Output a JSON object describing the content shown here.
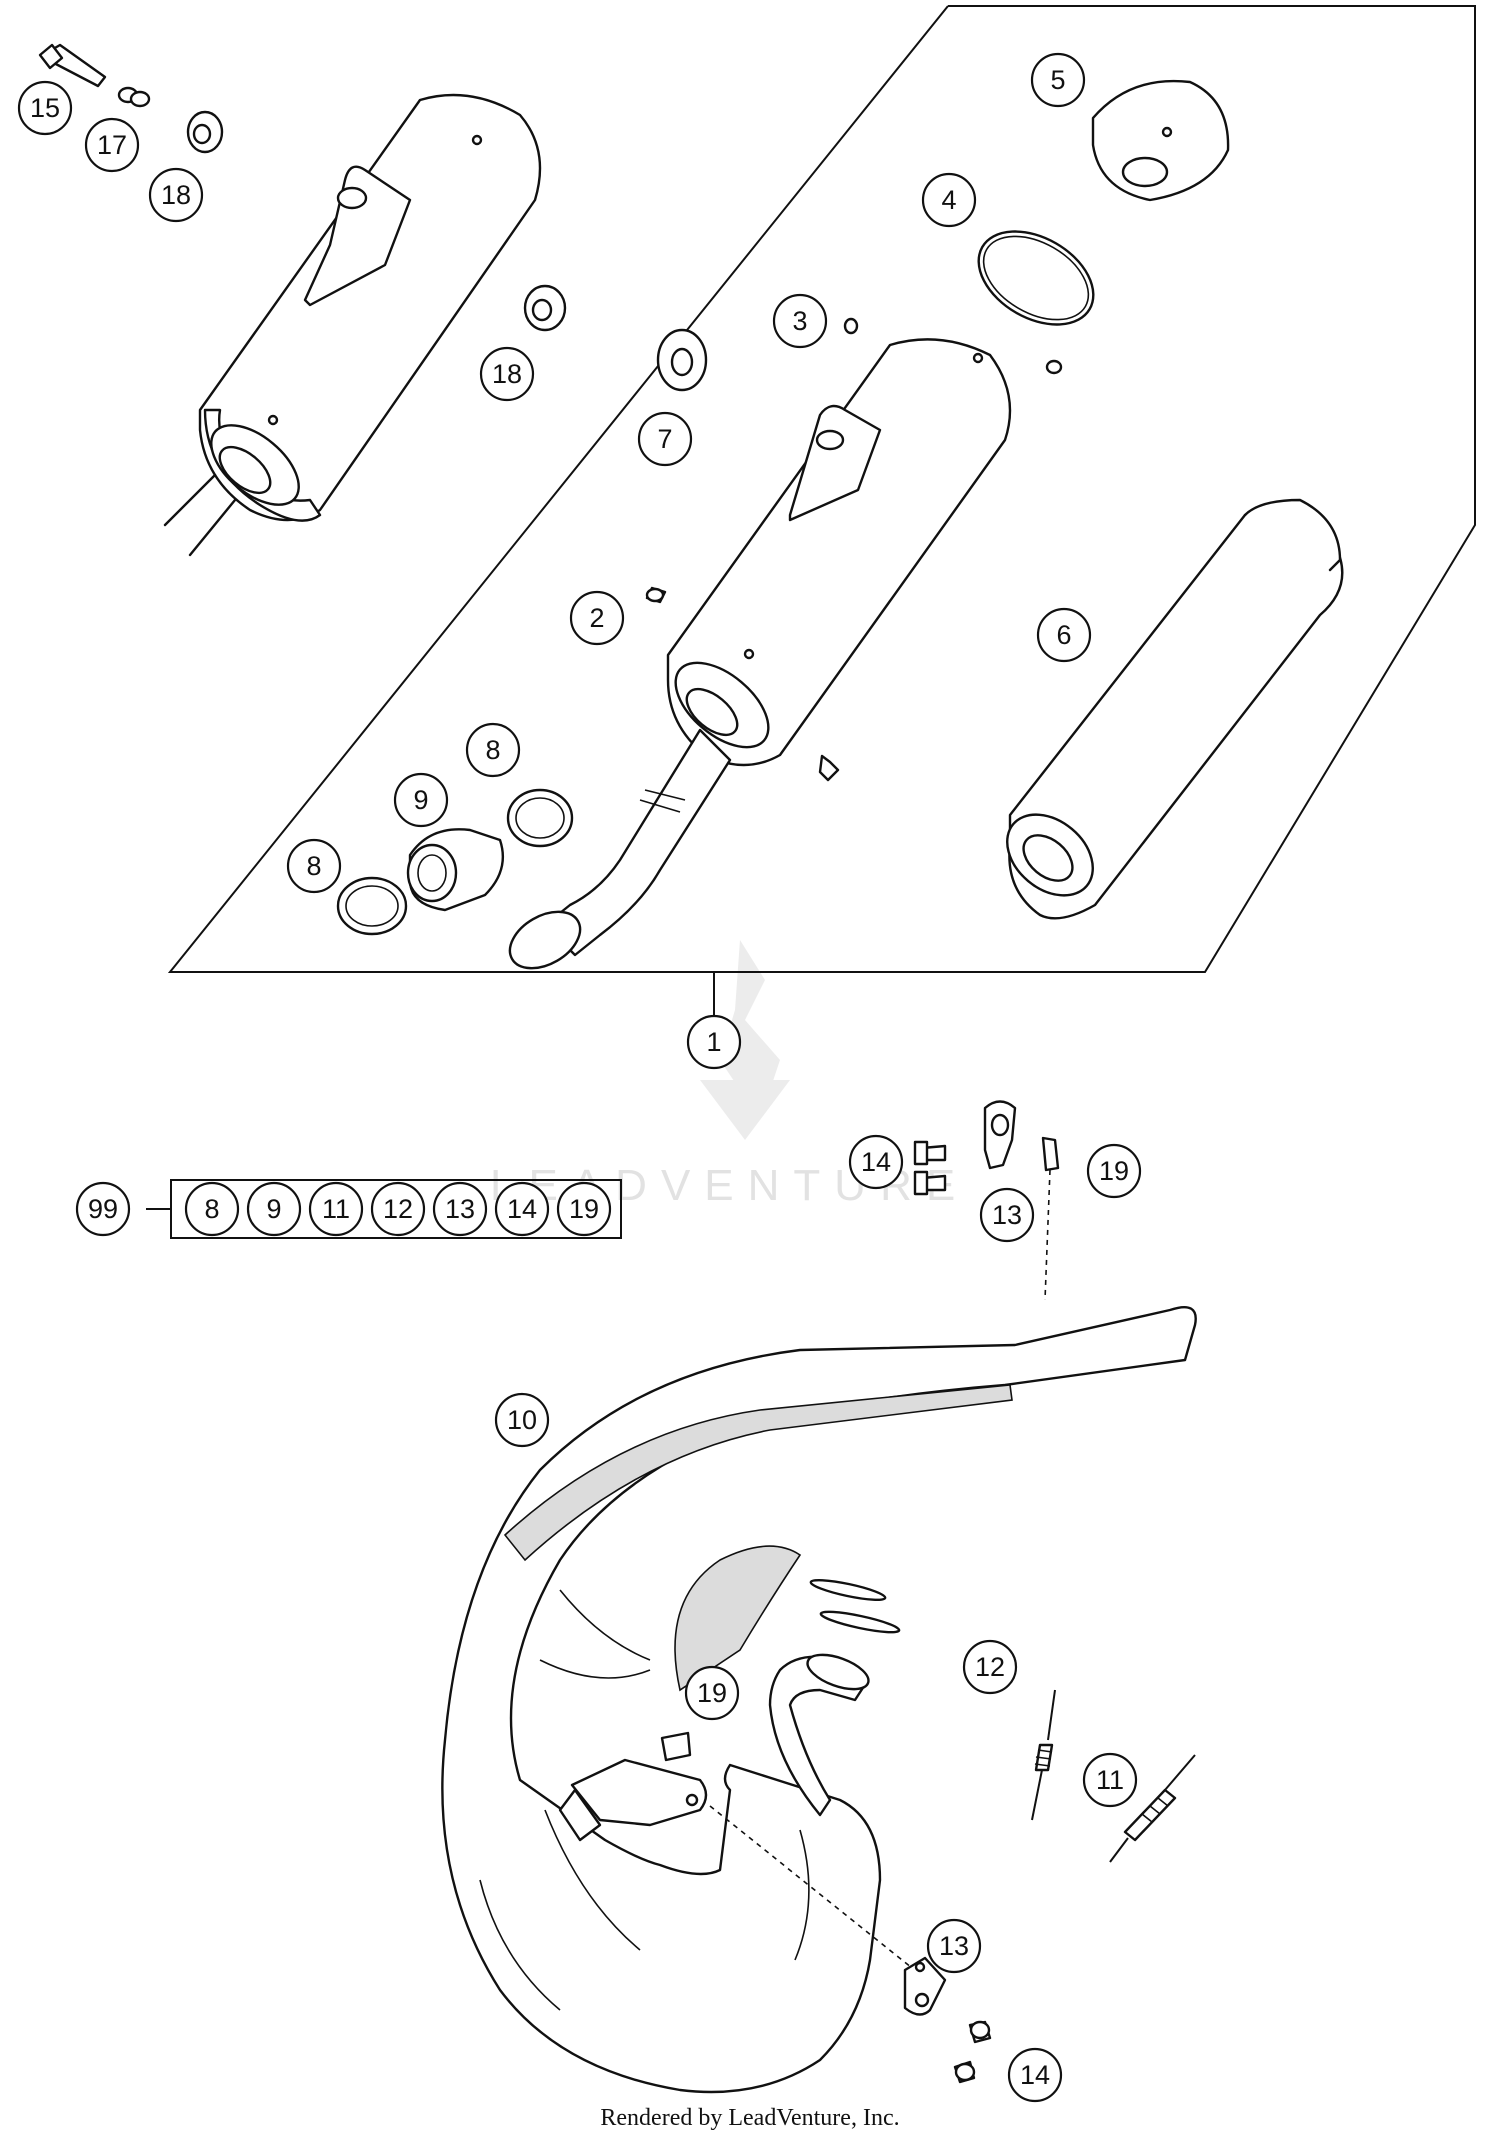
{
  "watermark": {
    "text": "LEADVENTURE"
  },
  "footer": {
    "text": "Rendered by LeadVenture, Inc."
  },
  "callouts": {
    "c1": "1",
    "c2": "2",
    "c3": "3",
    "c4": "4",
    "c5": "5",
    "c6": "6",
    "c7": "7",
    "c8a": "8",
    "c8b": "8",
    "c9": "9",
    "c10": "10",
    "c11": "11",
    "c12": "12",
    "c13a": "13",
    "c13b": "13",
    "c14a": "14",
    "c14b": "14",
    "c15": "15",
    "c17": "17",
    "c18a": "18",
    "c18b": "18",
    "c19a": "19",
    "c19b": "19"
  },
  "kit": {
    "label": "99",
    "items": [
      "8",
      "9",
      "11",
      "12",
      "13",
      "14",
      "19"
    ]
  }
}
